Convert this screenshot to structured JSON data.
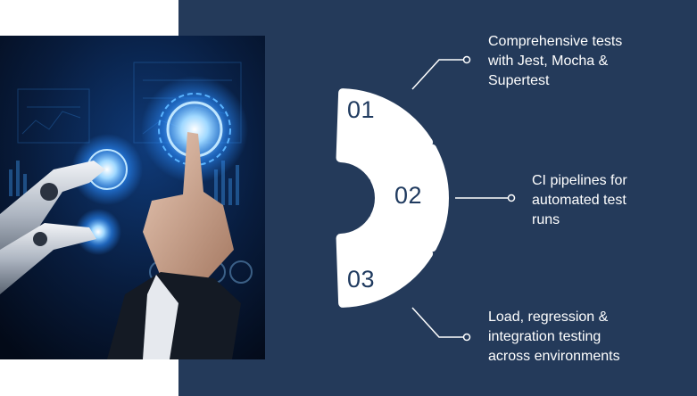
{
  "steps": [
    {
      "number": "01",
      "text": "Comprehensive tests\nwith Jest, Mocha &\nSupertest"
    },
    {
      "number": "02",
      "text": "CI pipelines for\nautomated test\nruns"
    },
    {
      "number": "03",
      "text": "Load, regression &\nintegration testing\nacross environments"
    }
  ],
  "colors": {
    "panel": "#243a5a",
    "segment": "#ffffff",
    "number": "#1f3a5f",
    "glow": "#3fa9ff"
  },
  "image": {
    "subject": "robot-hand-and-human-hand-touching-holographic-interface"
  }
}
